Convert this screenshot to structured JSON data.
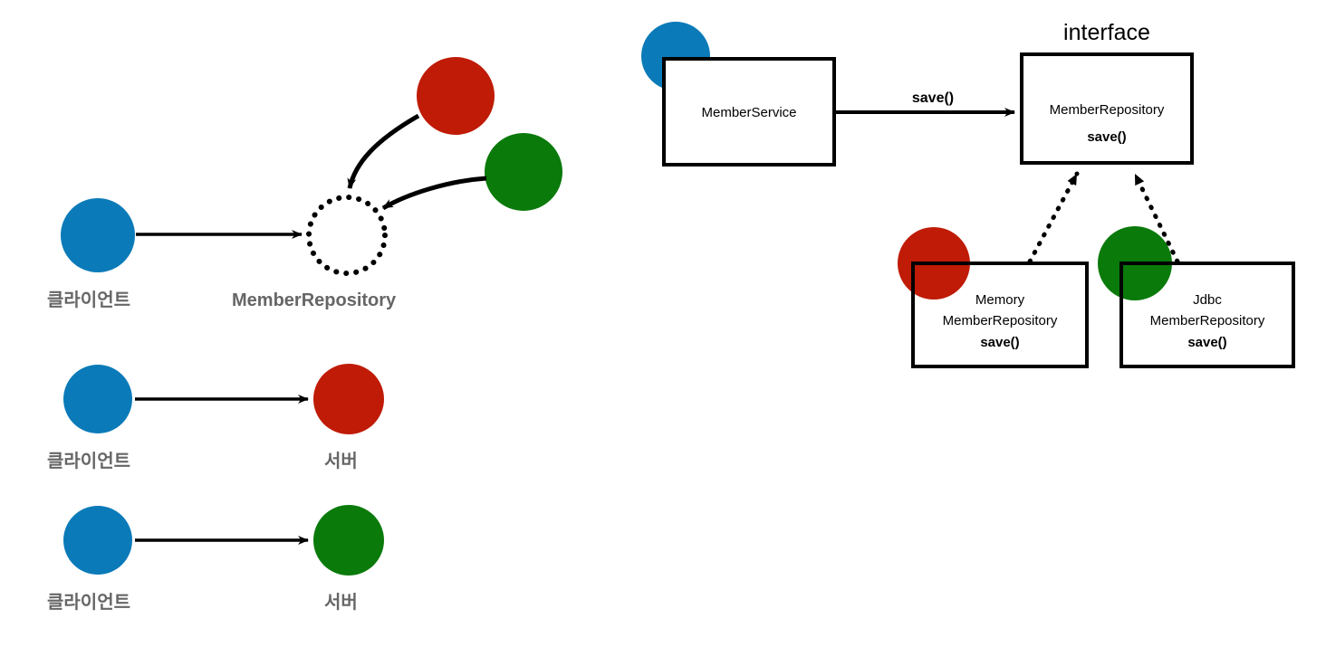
{
  "diagram": {
    "title_role": "oop-interface-polymorphism-diagram",
    "colors": {
      "blue": "#0B7AB8",
      "red": "#BF1B06",
      "green": "#0A7A0A",
      "gray_text": "#666666",
      "stroke": "#000000",
      "background": "#FFFFFF"
    }
  },
  "left_panel": {
    "role_diagram": {
      "client_label": "클라이언트",
      "interface_label": "MemberRepository",
      "client_node": "blue-circle-client",
      "interface_node": "dotted-circle-interface",
      "impl_red_node": "red-circle-implementation",
      "impl_green_node": "green-circle-implementation",
      "arrow_client_to_interface": "solid-arrow",
      "arrow_red_to_interface": "curved-arrow",
      "arrow_green_to_interface": "curved-arrow"
    },
    "rows": [
      {
        "left_label": "클라이언트",
        "right_label": "서버",
        "left_color": "blue",
        "right_color": "red",
        "arrow": "solid-arrow"
      },
      {
        "left_label": "클라이언트",
        "right_label": "서버",
        "left_color": "blue",
        "right_color": "green",
        "arrow": "solid-arrow"
      }
    ]
  },
  "right_panel": {
    "interface_stereotype": "interface",
    "service_box": {
      "name": "MemberService",
      "circle_color": "blue"
    },
    "interface_box": {
      "name": "MemberRepository",
      "method": "save()"
    },
    "call_edge_label": "save()",
    "implementations": [
      {
        "line1": "Memory",
        "line2": "MemberRepository",
        "method": "save()",
        "circle_color": "red",
        "edge": "dotted-implements-arrow"
      },
      {
        "line1": "Jdbc",
        "line2": "MemberRepository",
        "method": "save()",
        "circle_color": "green",
        "edge": "dotted-implements-arrow"
      }
    ]
  }
}
